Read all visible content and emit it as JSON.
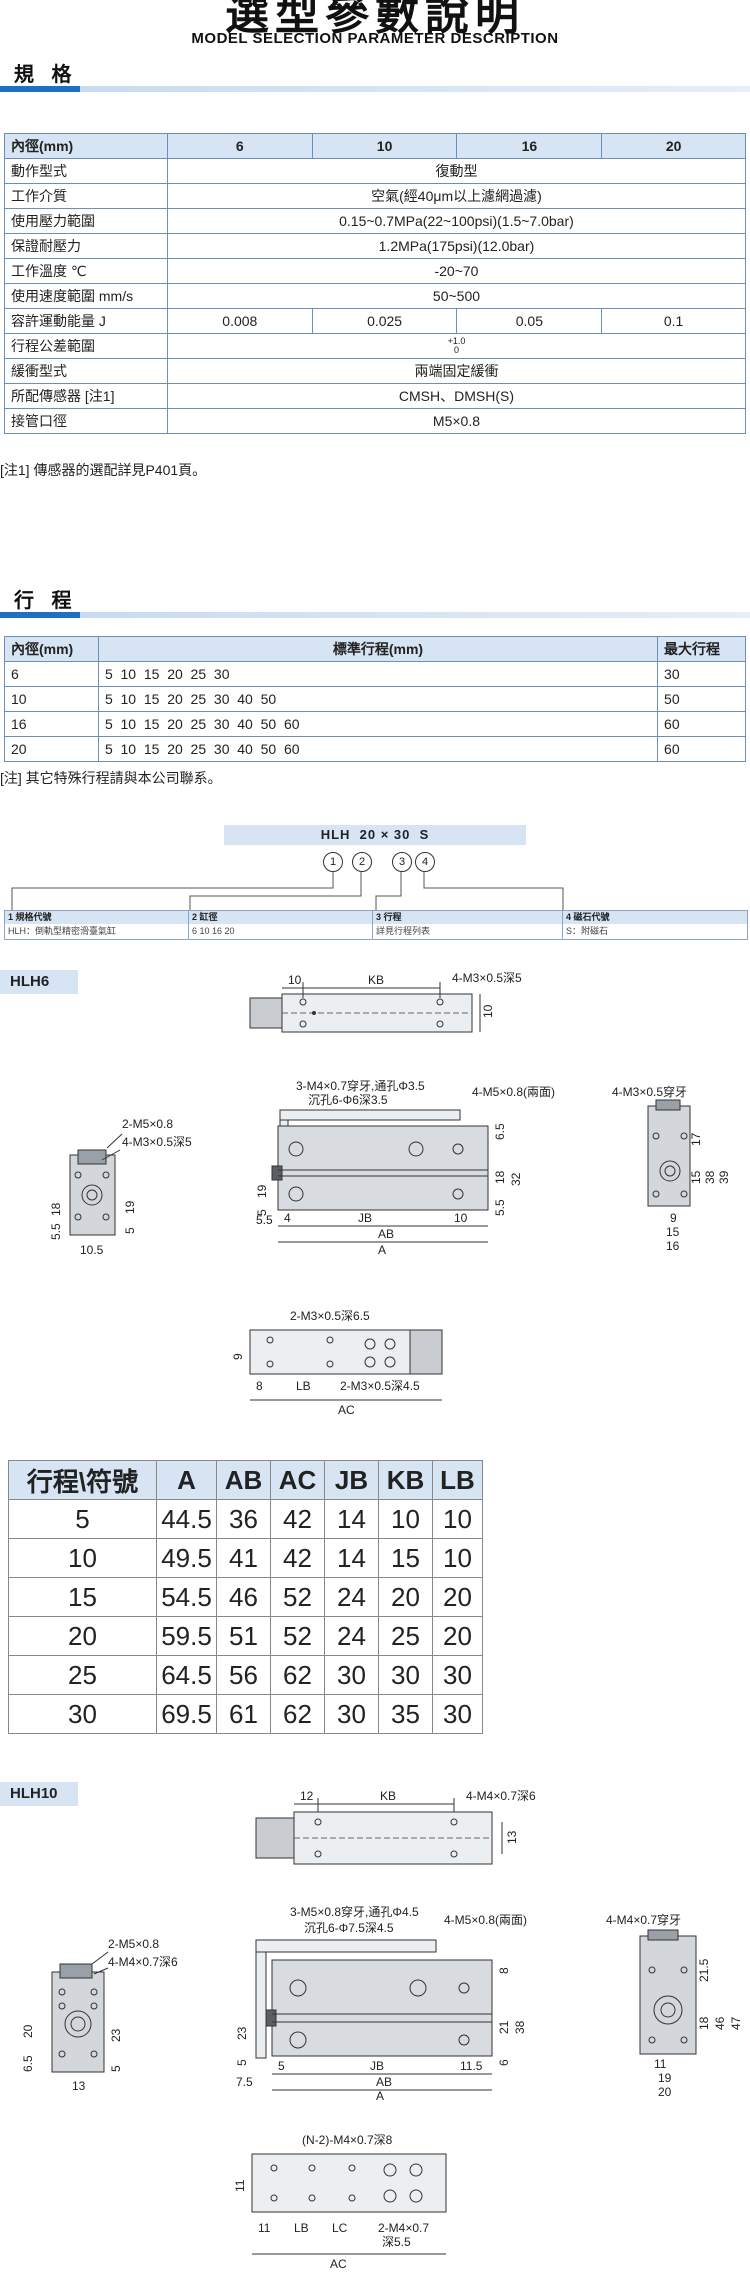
{
  "header": {
    "title": "選型參數說明",
    "subtitle": "MODEL SELECTION PARAMETER DESCRIPTION"
  },
  "spec": {
    "section_title": "規 格",
    "header": [
      "內徑(mm)",
      "6",
      "10",
      "16",
      "20"
    ],
    "rows": [
      {
        "label": "動作型式",
        "span": "復動型"
      },
      {
        "label": "工作介質",
        "span": "空氣(經40μm以上濾網過濾)"
      },
      {
        "label": "使用壓力範圍",
        "span": "0.15~0.7MPa(22~100psi)(1.5~7.0bar)"
      },
      {
        "label": "保證耐壓力",
        "span": "1.2MPa(175psi)(12.0bar)"
      },
      {
        "label": "工作溫度 ℃",
        "span": "-20~70"
      },
      {
        "label": "使用速度範圍 mm/s",
        "span": "50~500"
      },
      {
        "label": "容許運動能量 J",
        "cells": [
          "0.008",
          "0.025",
          "0.05",
          "0.1"
        ]
      },
      {
        "label": "行程公差範圍",
        "tol_upper": "+1.0",
        "tol_lower": "0"
      },
      {
        "label": "緩衝型式",
        "span": "兩端固定緩衝"
      },
      {
        "label": "所配傳感器 [注1]",
        "span": "CMSH、DMSH(S)"
      },
      {
        "label": "接管口徑",
        "span": "M5×0.8"
      }
    ],
    "note": "[注1] 傳感器的選配詳見P401頁。"
  },
  "stroke": {
    "section_title": "行 程",
    "header": [
      "內徑(mm)",
      "標準行程(mm)",
      "最大行程"
    ],
    "rows": [
      {
        "bore": "6",
        "std": "5  10  15  20  25  30",
        "max": "30"
      },
      {
        "bore": "10",
        "std": "5  10  15  20  25  30  40  50",
        "max": "50"
      },
      {
        "bore": "16",
        "std": "5  10  15  20  25  30  40  50  60",
        "max": "60"
      },
      {
        "bore": "20",
        "std": "5  10  15  20  25  30  40  50  60",
        "max": "60"
      }
    ],
    "note": "[注] 其它特殊行程請與本公司聯系。"
  },
  "order_code": {
    "code": "HLH  20 × 30  S",
    "markers": [
      "1",
      "2",
      "3",
      "4"
    ],
    "legend": [
      {
        "head": "1 規格代號",
        "body": "HLH：倒軌型精密滑臺氣缸"
      },
      {
        "head": "2 缸徑",
        "body": "6  10  16  20"
      },
      {
        "head": "3 行程",
        "body": "詳見行程列表"
      },
      {
        "head": "4 磁石代號",
        "body": "S：附磁石"
      }
    ]
  },
  "hlh6": {
    "tag": "HLH6",
    "labels": {
      "top_10": "10",
      "top_kb": "KB",
      "top_m3": "4-M3×0.5深5",
      "top_r10": "10",
      "side_m5": "2-M5×0.8",
      "side_m3": "4-M3×0.5深5",
      "side_18": "18",
      "side_55": "5.5",
      "side_19": "19",
      "side_5": "5",
      "side_105": "10.5",
      "front_m4": "3-M4×0.7穿牙,通孔Φ3.5",
      "front_sink": "沉孔6-Φ6深3.5",
      "front_m5": "4-M5×0.8(兩面)",
      "front_19": "19",
      "front_5": "5",
      "front_55": "5.5",
      "front_4": "4",
      "front_jb": "JB",
      "front_10": "10",
      "front_ab": "AB",
      "front_a": "A",
      "front_65": "6.5",
      "front_18": "18",
      "front_32": "32",
      "front_55r": "5.5",
      "right_m3": "4-M3×0.5穿牙",
      "right_17": "17",
      "right_15": "15",
      "right_38": "38",
      "right_39": "39",
      "right_9": "9",
      "right_15b": "15",
      "right_16": "16",
      "bottom_m3a": "2-M3×0.5深6.5",
      "bottom_9": "9",
      "bottom_8": "8",
      "bottom_lb": "LB",
      "bottom_m3b": "2-M3×0.5深4.5",
      "bottom_ac": "AC"
    }
  },
  "dim_table": {
    "header": [
      "行程\\符號",
      "A",
      "AB",
      "AC",
      "JB",
      "KB",
      "LB"
    ],
    "rows": [
      [
        "5",
        "44.5",
        "36",
        "42",
        "14",
        "10",
        "10"
      ],
      [
        "10",
        "49.5",
        "41",
        "42",
        "14",
        "15",
        "10"
      ],
      [
        "15",
        "54.5",
        "46",
        "52",
        "24",
        "20",
        "20"
      ],
      [
        "20",
        "59.5",
        "51",
        "52",
        "24",
        "25",
        "20"
      ],
      [
        "25",
        "64.5",
        "56",
        "62",
        "30",
        "30",
        "30"
      ],
      [
        "30",
        "69.5",
        "61",
        "62",
        "30",
        "35",
        "30"
      ]
    ]
  },
  "hlh10": {
    "tag": "HLH10",
    "labels": {
      "top_12": "12",
      "top_kb": "KB",
      "top_m4": "4-M4×0.7深6",
      "top_13": "13",
      "side_m5": "2-M5×0.8",
      "side_m4": "4-M4×0.7深6",
      "side_20": "20",
      "side_65": "6.5",
      "side_23": "23",
      "side_5": "5",
      "side_13": "13",
      "front_m5a": "3-M5×0.8穿牙,通孔Φ4.5",
      "front_sink": "沉孔6-Φ7.5深4.5",
      "front_m5b": "4-M5×0.8(兩面)",
      "front_23": "23",
      "front_5": "5",
      "front_75": "7.5",
      "front_5b": "5",
      "front_jb": "JB",
      "front_115": "11.5",
      "front_ab": "AB",
      "front_a": "A",
      "front_8": "8",
      "front_21": "21",
      "front_38": "38",
      "front_6": "6",
      "right_m4": "4-M4×0.7穿牙",
      "right_215": "21.5",
      "right_18": "18",
      "right_46": "46",
      "right_47": "47",
      "right_11": "11",
      "right_19": "19",
      "right_20": "20",
      "bottom_m4a": "(N-2)-M4×0.7深8",
      "bottom_11": "11",
      "bottom_11b": "11",
      "bottom_lb": "LB",
      "bottom_lc": "LC",
      "bottom_m4b": "2-M4×0.7",
      "bottom_deep": "深5.5",
      "bottom_ac": "AC"
    }
  },
  "colors": {
    "accent": "#1f6fc4",
    "header_fill": "#d6e4f3",
    "grid": "#6c8fb8",
    "part_fill": "#cfd3d8"
  }
}
